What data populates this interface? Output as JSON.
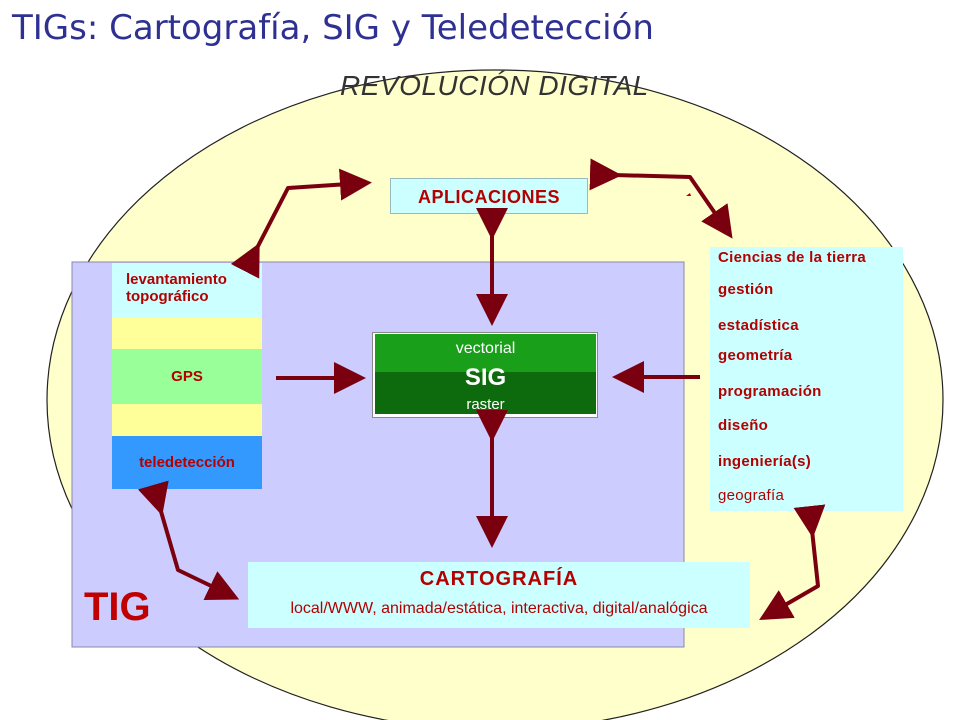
{
  "title": "TIGs: Cartografía, SIG y Teledetección",
  "revolucion": "REVOLUCIÓN DIGITAL",
  "tig_label": "TIG",
  "aplicaciones": "APLICACIONES",
  "sig": {
    "top": "vectorial",
    "center": "SIG",
    "bottom": "raster"
  },
  "left_column": {
    "levantamiento": "levantamiento topográfico",
    "gps": "GPS",
    "teledeteccion": "teledetección"
  },
  "right_column": [
    "Ciencias de la tierra",
    "gestión",
    "estadística",
    "geometría",
    "programación",
    "diseño",
    "ingeniería(s)",
    "geografía"
  ],
  "cartografia": {
    "title": "CARTOGRAFÍA",
    "subtitle": "local/WWW, animada/estática, interactiva, digital/analógica"
  },
  "colors": {
    "title_blue": "#2e3192",
    "ellipse_fill": "#ffffcc",
    "tig_panel": "#ccccff",
    "label_red": "#b30000",
    "arrow": "#7a0010",
    "light_cyan": "#ccffff"
  }
}
